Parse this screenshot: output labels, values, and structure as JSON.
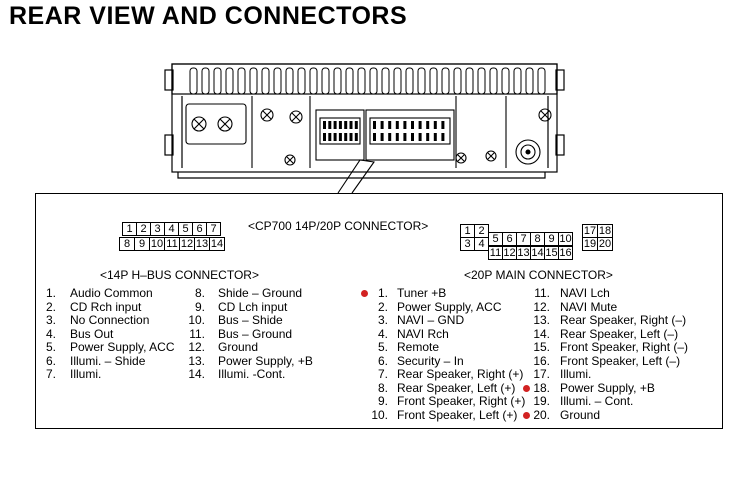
{
  "title": "REAR VIEW AND CONNECTORS",
  "accent_color": "#d22222",
  "cp700": {
    "label": "<CP700 14P/20P CONNECTOR>",
    "grid14_top": [
      "1",
      "2",
      "3",
      "4",
      "5",
      "6",
      "7"
    ],
    "grid14_bottom": [
      "8",
      "9",
      "10",
      "11",
      "12",
      "13",
      "14"
    ],
    "grid20_a": [
      "1",
      "2",
      "3",
      "4"
    ],
    "grid20_top": [
      "5",
      "6",
      "7",
      "8",
      "9",
      "10"
    ],
    "grid20_bottom": [
      "11",
      "12",
      "13",
      "14",
      "15",
      "16"
    ],
    "grid20_b": [
      "17",
      "18",
      "19",
      "20"
    ]
  },
  "hbus": {
    "label": "<14P H–BUS CONNECTOR>",
    "col1": [
      {
        "n": "1.",
        "text": "Audio Common"
      },
      {
        "n": "2.",
        "text": "CD Rch input"
      },
      {
        "n": "3.",
        "text": "No Connection"
      },
      {
        "n": "4.",
        "text": "Bus Out"
      },
      {
        "n": "5.",
        "text": "Power Supply, ACC"
      },
      {
        "n": "6.",
        "text": "Illumi. – Shide"
      },
      {
        "n": "7.",
        "text": "Illumi."
      }
    ],
    "col2": [
      {
        "n": "8.",
        "text": "Shide – Ground"
      },
      {
        "n": "9.",
        "text": "CD Lch input"
      },
      {
        "n": "10.",
        "text": "Bus – Shide"
      },
      {
        "n": "11.",
        "text": "Bus – Ground"
      },
      {
        "n": "12.",
        "text": "Ground"
      },
      {
        "n": "13.",
        "text": "Power Supply, +B"
      },
      {
        "n": "14.",
        "text": "Illumi. -Cont."
      }
    ]
  },
  "main": {
    "label": "<20P MAIN CONNECTOR>",
    "col1": [
      {
        "n": "1.",
        "text": "Tuner +B",
        "dot": true
      },
      {
        "n": "2.",
        "text": "Power Supply, ACC"
      },
      {
        "n": "3.",
        "text": "NAVI – GND"
      },
      {
        "n": "4.",
        "text": "NAVI Rch"
      },
      {
        "n": "5.",
        "text": "Remote"
      },
      {
        "n": "6.",
        "text": "Security – In"
      },
      {
        "n": "7.",
        "text": "Rear Speaker, Right (+)"
      },
      {
        "n": "8.",
        "text": "Rear Speaker, Left (+)"
      },
      {
        "n": "9.",
        "text": "Front Speaker, Right (+)"
      },
      {
        "n": "10.",
        "text": "Front Speaker, Left (+)"
      }
    ],
    "col2": [
      {
        "n": "11.",
        "text": "NAVI Lch"
      },
      {
        "n": "12.",
        "text": "NAVI Mute"
      },
      {
        "n": "13.",
        "text": "Rear Speaker, Right (–)"
      },
      {
        "n": "14.",
        "text": "Rear Speaker, Left (–)"
      },
      {
        "n": "15.",
        "text": "Front Speaker, Right (–)"
      },
      {
        "n": "16.",
        "text": "Front Speaker, Left (–)"
      },
      {
        "n": "17.",
        "text": "Illumi."
      },
      {
        "n": "18.",
        "text": "Power Supply, +B",
        "dot": true
      },
      {
        "n": "19.",
        "text": "Illumi. – Cont."
      },
      {
        "n": "20.",
        "text": "Ground",
        "dot": true
      }
    ]
  }
}
